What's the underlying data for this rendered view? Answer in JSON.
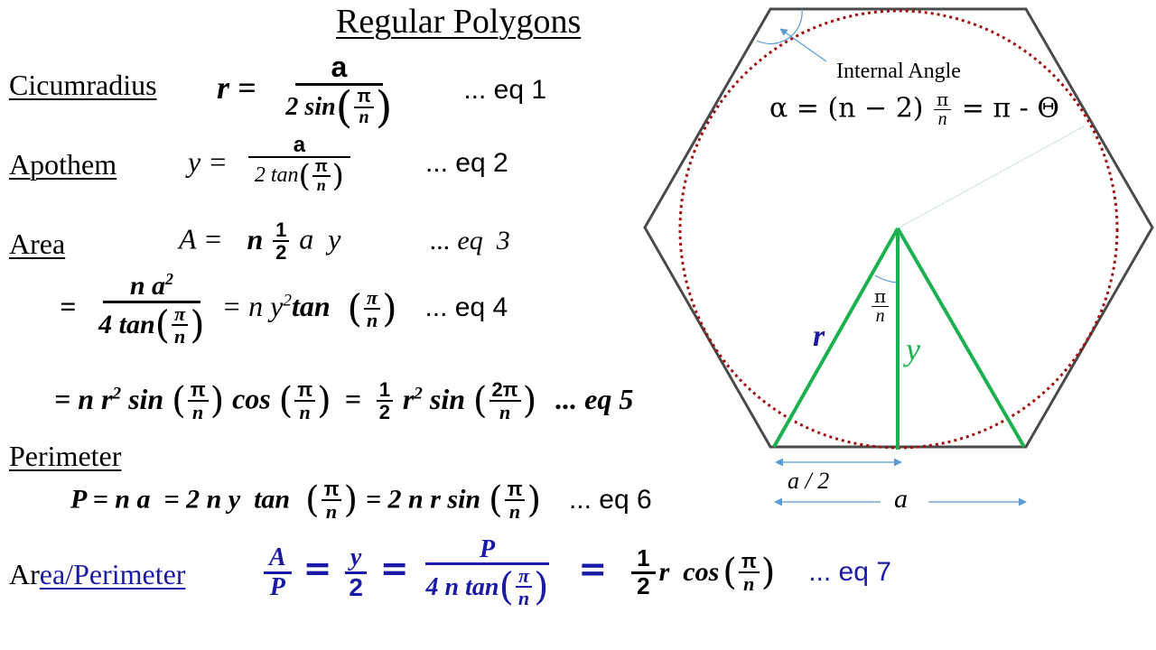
{
  "title": "Regular Polygons",
  "colors": {
    "text": "#000000",
    "accent_blue": "#1a1aa6",
    "green": "#1db050",
    "hexagon": "#444444",
    "circle": "#a01010",
    "annotation_blue": "#5b9bd5"
  },
  "equations": {
    "eq1": {
      "label": "Cicumradius",
      "lhs": "r =",
      "numerator": "a",
      "denominator_func": "2 sin",
      "arg_num": "π",
      "arg_den": "n",
      "ref": "... eq 1"
    },
    "eq2": {
      "label": "Apothem",
      "lhs": "y =",
      "numerator": "a",
      "denominator_func": "2 tan",
      "arg_num": "π",
      "arg_den": "n",
      "ref": "... eq 2"
    },
    "eq3": {
      "label": "Area",
      "lhs": "A =",
      "n": "n",
      "half_num": "1",
      "half_den": "2",
      "tail": "a  y",
      "ref": "... eq  3"
    },
    "eq4": {
      "prefix": "=",
      "numerator": "n a",
      "numerator_exp": "2",
      "denominator_func": "4 tan",
      "arg_num": "π",
      "arg_den": "n",
      "middle": "= n y",
      "middle_exp": "2",
      "middle_func": "tan",
      "ref": "... eq 4"
    },
    "eq5": {
      "prefix": "= n r",
      "exp": "2",
      "f1": "sin",
      "f2": "cos",
      "eq": "=",
      "half_num": "1",
      "half_den": "2",
      "r": "r",
      "f3": "sin",
      "arg3_num": "2π",
      "arg_num": "π",
      "arg_den": "n",
      "ref": "... eq 5"
    },
    "eq6": {
      "label": "Perimeter",
      "body1": "P = n a  = 2 n y  tan",
      "body2": "= 2 n r sin",
      "arg_num": "π",
      "arg_den": "n",
      "ref": "... eq 6"
    },
    "eq7": {
      "label_black": "Ar",
      "label_blue": "ea/Perimeter",
      "f1_num": "A",
      "f1_den": "P",
      "eq": "=",
      "f2_num": "y",
      "f2_den": "2",
      "f3_num": "P",
      "f3_den_func": "4 n tan",
      "arg_num": "π",
      "arg_den": "n",
      "half_num": "1",
      "half_den": "2",
      "tail": "r  cos",
      "ref": "... eq 7"
    }
  },
  "diagram": {
    "internal_angle_label": "Internal Angle",
    "internal_angle_formula_lhs": "α = (n − 2)",
    "internal_angle_frac_num": "π",
    "internal_angle_frac_den": "n",
    "internal_angle_formula_rhs": "= π - Θ",
    "central_angle_num": "π",
    "central_angle_den": "n",
    "r_label": "r",
    "y_label": "y",
    "half_side_label": "a / 2",
    "side_label": "a"
  }
}
